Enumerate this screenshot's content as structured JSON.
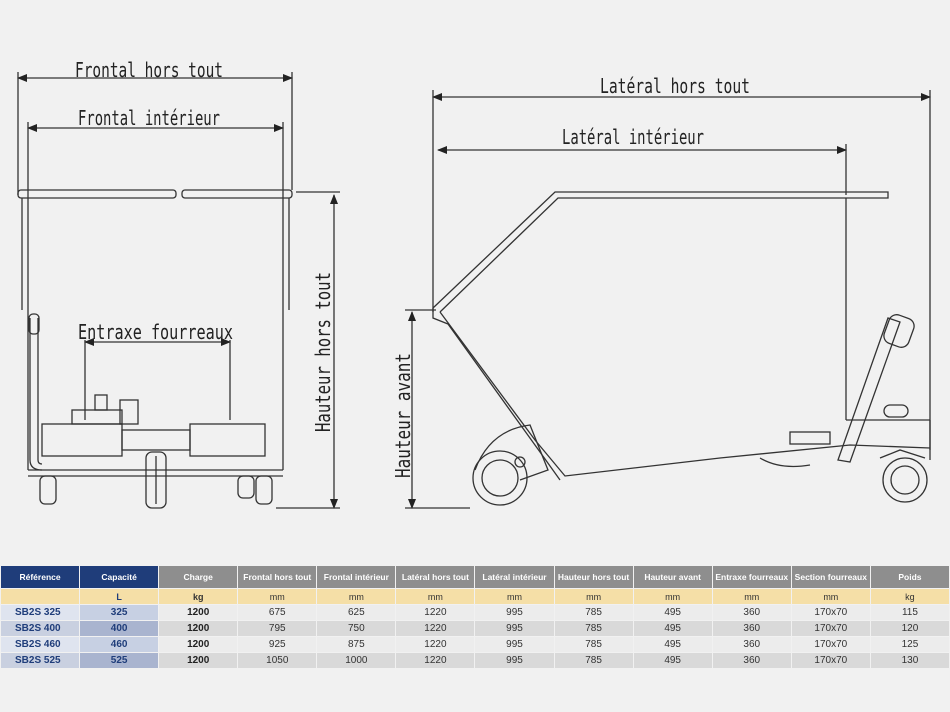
{
  "drawing": {
    "labels": {
      "frontal_hors_tout": "Frontal hors tout",
      "frontal_interieur": "Frontal intérieur",
      "entraxe_fourreaux": "Entraxe fourreaux",
      "hauteur_hors_tout": "Hauteur hors tout",
      "lateral_hors_tout": "Latéral hors tout",
      "lateral_interieur": "Latéral intérieur",
      "hauteur_avant": "Hauteur avant"
    }
  },
  "table": {
    "headers": [
      "Référence",
      "Capacité",
      "Charge",
      "Frontal hors tout",
      "Frontal intérieur",
      "Latéral hors tout",
      "Latéral intérieur",
      "Hauteur hors tout",
      "Hauteur avant",
      "Entraxe fourreaux",
      "Section fourreaux",
      "Poids"
    ],
    "units": [
      "",
      "L",
      "kg",
      "mm",
      "mm",
      "mm",
      "mm",
      "mm",
      "mm",
      "mm",
      "mm",
      "kg"
    ],
    "rows": [
      [
        "SB2S 325",
        "325",
        "1200",
        "675",
        "625",
        "1220",
        "995",
        "785",
        "495",
        "360",
        "170x70",
        "115"
      ],
      [
        "SB2S 400",
        "400",
        "1200",
        "795",
        "750",
        "1220",
        "995",
        "785",
        "495",
        "360",
        "170x70",
        "120"
      ],
      [
        "SB2S 460",
        "460",
        "1200",
        "925",
        "875",
        "1220",
        "995",
        "785",
        "495",
        "360",
        "170x70",
        "125"
      ],
      [
        "SB2S 525",
        "525",
        "1200",
        "1050",
        "1000",
        "1220",
        "995",
        "785",
        "495",
        "360",
        "170x70",
        "130"
      ]
    ]
  },
  "colors": {
    "header_blue": "#1f3d7a",
    "header_grey": "#8e8e8e",
    "units_row": "#f5dfa7"
  }
}
